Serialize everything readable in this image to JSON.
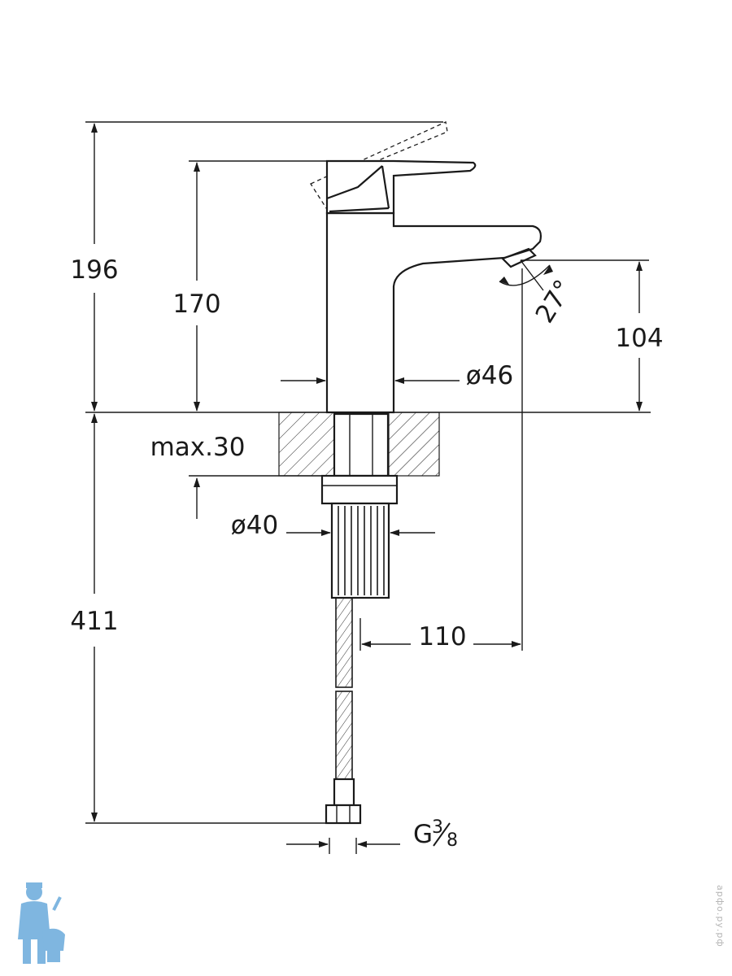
{
  "dimensions": {
    "total_height": "196",
    "spout_height": "170",
    "outlet_height": "104",
    "body_diameter": "ø46",
    "max_thickness": "max.30",
    "shank_diameter": "ø40",
    "hose_length": "411",
    "reach": "110",
    "angle": "27°",
    "thread_g": "G",
    "thread_num": "3",
    "thread_den": "8"
  },
  "watermark": "арфо.ру.рф",
  "logo": {
    "name": "plumber-mascot-logo",
    "color": "#7fb6e0"
  }
}
